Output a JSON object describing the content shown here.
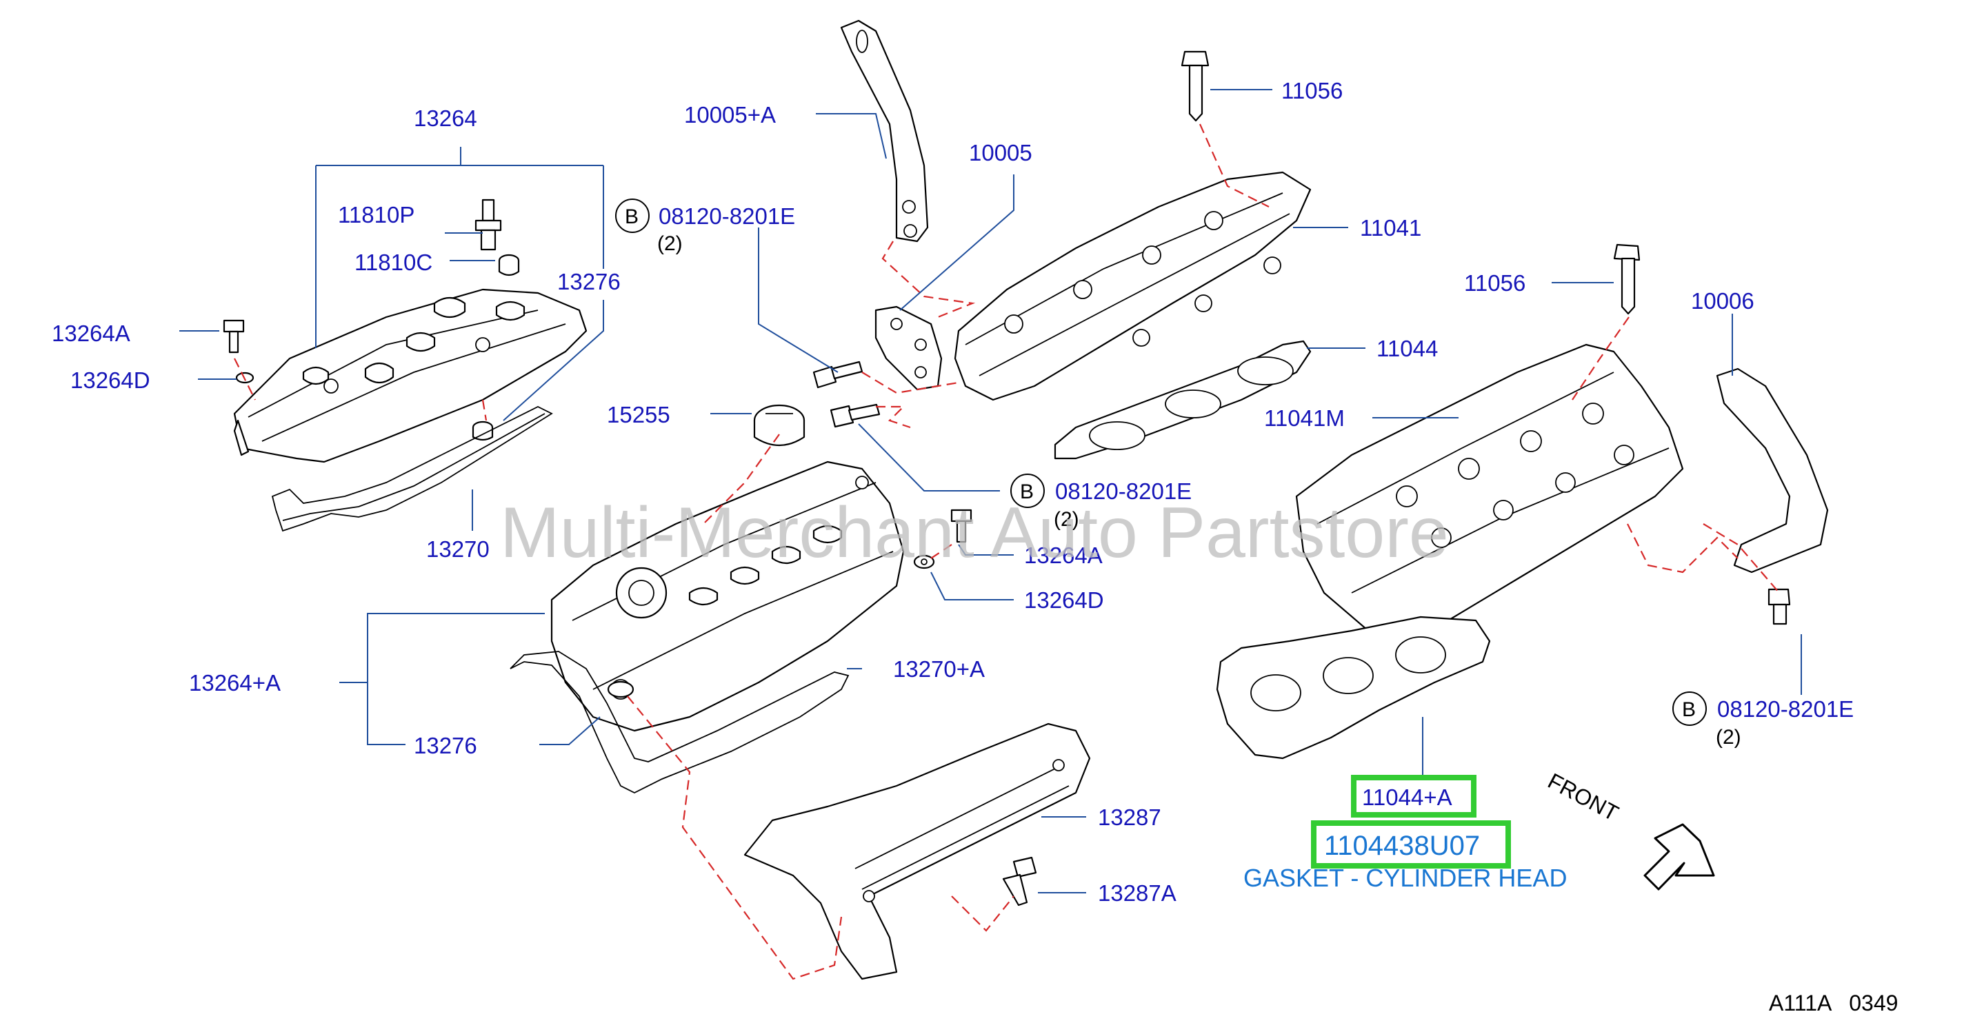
{
  "watermark": "Multi-Merchant Auto Partstore",
  "footer_code": "A111A   0349",
  "front_label": "FRONT",
  "circle_letter": "B",
  "labels": {
    "p13264": "13264",
    "p11810P": "11810P",
    "p11810C": "11810C",
    "p13276_top": "13276",
    "p13264A_left": "13264A",
    "p13264D_left": "13264D",
    "p13270": "13270",
    "p15255": "15255",
    "p10005A": "10005+A",
    "p10005": "10005",
    "p11056_top": "11056",
    "p11041": "11041",
    "p11044": "11044",
    "p11056_right": "11056",
    "p10006": "10006",
    "p11041M": "11041M",
    "p13264A_mid": "13264A",
    "p13264D_mid": "13264D",
    "p13264plusA": "13264+A",
    "p13276_bottom": "13276",
    "p13270plusA": "13270+A",
    "p13287": "13287",
    "p13287A": "13287A"
  },
  "bolt_callouts": [
    {
      "part": "08120-8201E",
      "qty": "(2)"
    },
    {
      "part": "08120-8201E",
      "qty": "(2)"
    },
    {
      "part": "08120-8201E",
      "qty": "(2)"
    }
  ],
  "highlight": {
    "callout": "11044+A",
    "part_number": "1104438U07",
    "description": "GASKET - CYLINDER HEAD"
  },
  "colors": {
    "label_blue": "#1616b8",
    "highlight_green": "#33cc33",
    "part_number_blue": "#1976d2",
    "dashed_red": "#d62828"
  }
}
